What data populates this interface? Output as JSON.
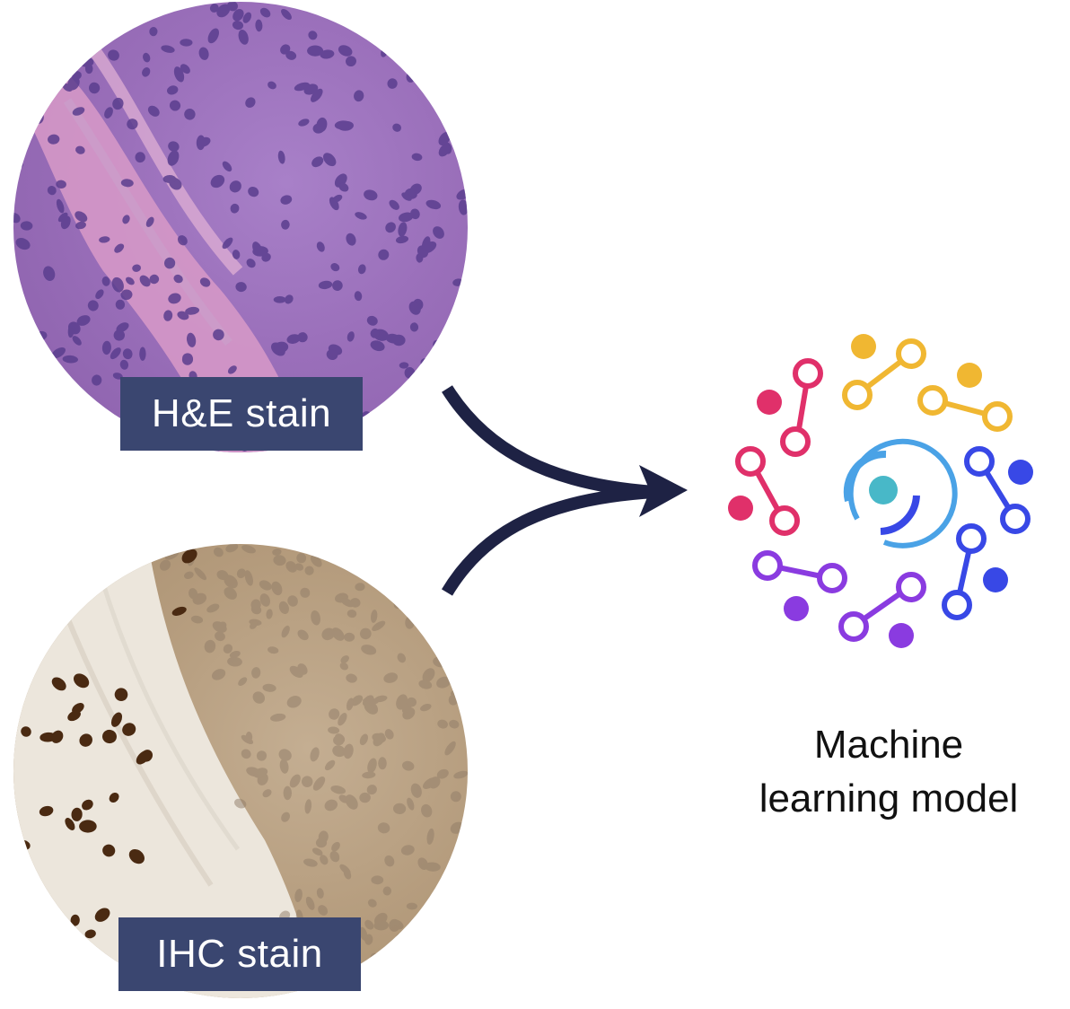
{
  "stains": {
    "he": {
      "label": "H&E stain"
    },
    "ihc": {
      "label": "IHC stain"
    }
  },
  "model": {
    "label_line1": "Machine",
    "label_line2": "learning model"
  },
  "colors": {
    "label_bg": "#3a4670",
    "arrow": "#1e2244",
    "pink": "#e0306a",
    "yellow": "#f0b732",
    "blue": "#3848e6",
    "purple": "#8a3be0",
    "teal": "#48b8c8",
    "light_blue": "#4aa2e6"
  }
}
